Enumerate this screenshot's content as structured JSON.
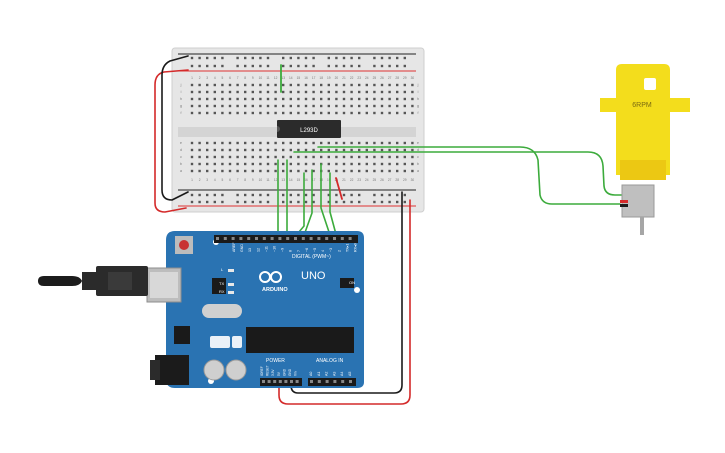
{
  "breadboard": {
    "chip_label": "L293D",
    "row_letters_top": [
      "j",
      "i",
      "h",
      "g",
      "f"
    ],
    "row_letters_bottom": [
      "e",
      "d",
      "c",
      "b",
      "a"
    ],
    "column_numbers": [
      "1",
      "2",
      "3",
      "4",
      "5",
      "6",
      "7",
      "8",
      "9",
      "10",
      "11",
      "12",
      "13",
      "14",
      "15",
      "16",
      "17",
      "18",
      "19",
      "20",
      "21",
      "22",
      "23",
      "24",
      "25",
      "26",
      "27",
      "28",
      "29",
      "30"
    ]
  },
  "arduino": {
    "brand": "ARDUINO",
    "model": "UNO",
    "digital_label": "DIGITAL (PWM~)",
    "power_label": "POWER",
    "analog_label": "ANALOG IN",
    "on_label": "ON",
    "tx_label": "TX",
    "rx_label": "RX",
    "l_label": "L",
    "aref_label": "AREF",
    "gnd_label": "GND",
    "power_pins": [
      "IOREF",
      "RESET",
      "3.3V",
      "5V",
      "GND",
      "GND",
      "Vin"
    ],
    "analog_pins": [
      "A0",
      "A1",
      "A2",
      "A3",
      "A4",
      "A5"
    ],
    "digital_pins": [
      "13",
      "12",
      "~11",
      "~10",
      "~9",
      "8",
      "7",
      "~6",
      "~5",
      "4",
      "~3",
      "2",
      "TX▸1",
      "RX◂0"
    ]
  },
  "motor": {
    "label": "6RPM"
  },
  "colors": {
    "wire_red": "#d42a2a",
    "wire_black": "#1a1a1a",
    "wire_green": "#3cab3c",
    "arduino_blue": "#2a73b2",
    "motor_yellow": "#f3dd1c",
    "breadboard": "#e7e7e7"
  }
}
